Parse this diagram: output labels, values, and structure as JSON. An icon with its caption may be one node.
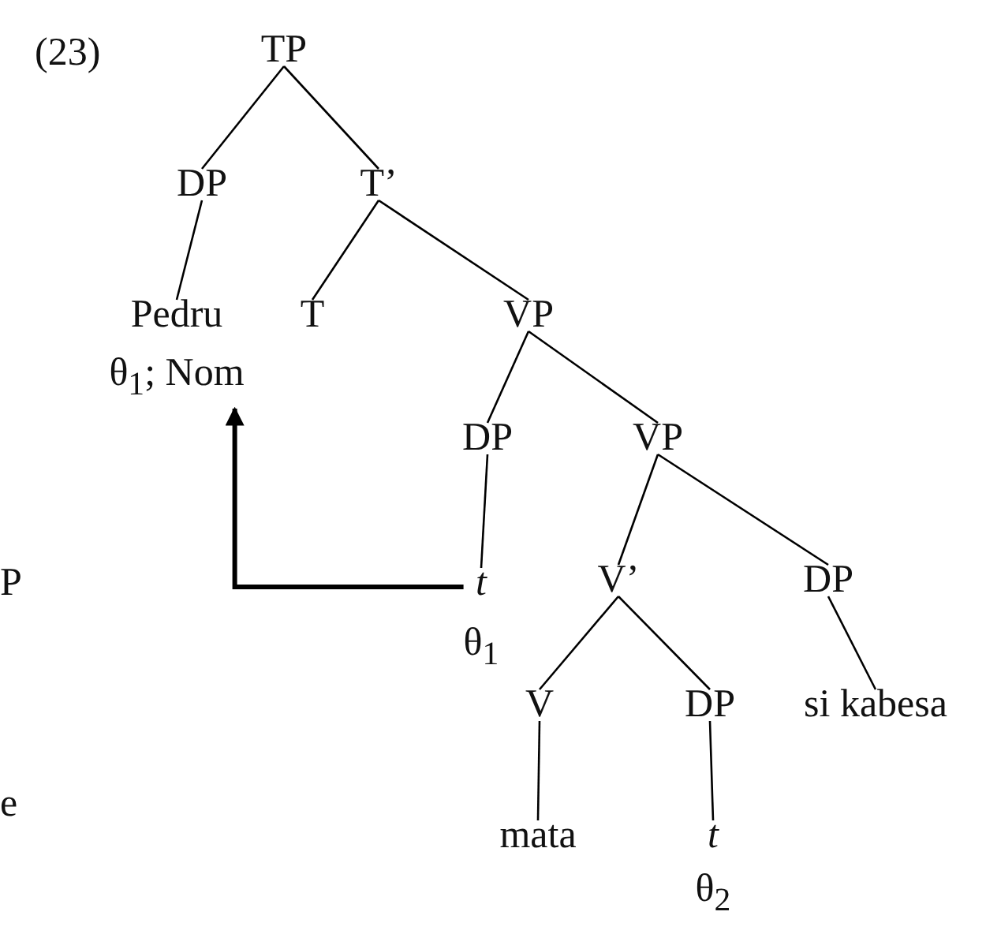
{
  "diagram": {
    "nodes": [
      {
        "text": [
          "TP"
        ]
      },
      {
        "text": [
          "DP"
        ]
      },
      {
        "text": [
          "T’"
        ]
      },
      {
        "text": [
          "Pedru",
          "θ$_{1}$; Nom"
        ]
      },
      {
        "text": [
          "T"
        ]
      },
      {
        "text": [
          "VP"
        ]
      },
      {
        "text": [
          "DP"
        ]
      },
      {
        "text": [
          "VP"
        ]
      },
      {
        "text": [
          "t",
          "θ$_{1}$"
        ]
      },
      {
        "text": [
          "V’"
        ]
      },
      {
        "text": [
          "DP"
        ]
      },
      {
        "text": [
          "V"
        ]
      },
      {
        "text": [
          "DP"
        ]
      },
      {
        "text": [
          "si kabesa"
        ]
      },
      {
        "text": [
          "mata"
        ]
      },
      {
        "text": [
          "t",
          "θ$_{2}$"
        ]
      }
    ],
    "edges": [
      {
        "from": 0,
        "to": 1,
        "arrow": "none"
      },
      {
        "from": 0,
        "to": 2,
        "arrow": "none"
      },
      {
        "from": 1,
        "to": 3,
        "arrow": "none"
      },
      {
        "from": 2,
        "to": 4,
        "arrow": "none"
      },
      {
        "from": 2,
        "to": 5,
        "arrow": "none"
      },
      {
        "from": 5,
        "to": 6,
        "arrow": "none"
      },
      {
        "from": 5,
        "to": 7,
        "arrow": "none"
      },
      {
        "from": 6,
        "to": 8,
        "arrow": "none"
      },
      {
        "from": 7,
        "to": 9,
        "arrow": "none"
      },
      {
        "from": 7,
        "to": 10,
        "arrow": "none"
      },
      {
        "from": 9,
        "to": 11,
        "arrow": "none"
      },
      {
        "from": 9,
        "to": 12,
        "arrow": "none"
      },
      {
        "from": 10,
        "to": 13,
        "arrow": "none"
      },
      {
        "from": 11,
        "to": 14,
        "arrow": "none"
      },
      {
        "from": 12,
        "to": 15,
        "arrow": "none"
      },
      {
        "from": 8,
        "to": 3,
        "arrow": "to",
        "style": "thick"
      }
    ],
    "labels": [
      "(23)",
      "P",
      "e"
    ]
  }
}
